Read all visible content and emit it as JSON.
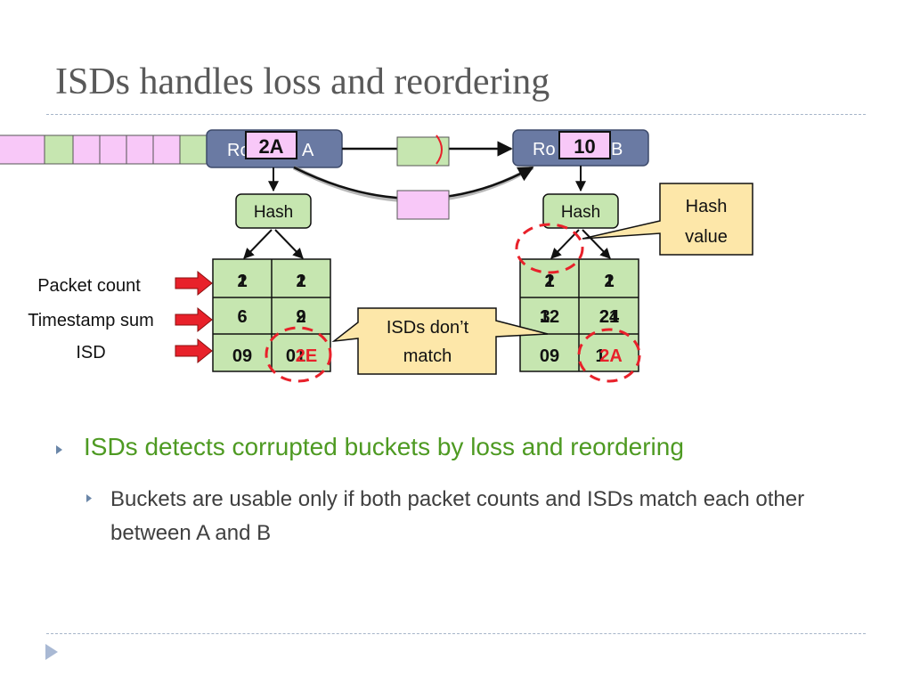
{
  "slide": {
    "title": "ISDs handles loss and reordering",
    "bullets": [
      {
        "text": "ISDs detects corrupted buckets by loss and reordering",
        "sub": [
          "Buckets are usable only if both packet counts and ISDs match each other between A and B"
        ]
      }
    ]
  },
  "diagram": {
    "router_a": {
      "label_left": "Ro",
      "label_right": "A",
      "overlay_value": "2A"
    },
    "router_b": {
      "label_left": "Ro",
      "label_right": "B",
      "overlay_value": "10"
    },
    "hash_label_a": "Hash",
    "hash_label_b": "Hash",
    "row_labels": [
      "Packet count",
      "Timestamp sum",
      "ISD"
    ],
    "callout_hash_value": [
      "Hash",
      "value"
    ],
    "callout_isd_mismatch": [
      "ISDs don’t",
      "match"
    ],
    "table_a": {
      "cells": [
        [
          "2",
          "2"
        ],
        [
          "6",
          "9"
        ],
        [
          "09",
          "2E"
        ]
      ],
      "overlay_cells": [
        [
          "1",
          "1"
        ],
        [
          "",
          "2"
        ],
        [
          "",
          "01"
        ]
      ]
    },
    "table_b": {
      "cells": [
        [
          "2",
          "2"
        ],
        [
          "12",
          "24"
        ],
        [
          "09",
          "2A"
        ]
      ],
      "overlay_cells": [
        [
          "1",
          "1"
        ],
        [
          "3",
          "21"
        ],
        [
          "",
          "1"
        ]
      ]
    },
    "colors": {
      "router_fill": "#6a7aa3",
      "hash_fill": "#c6e6b0",
      "table_fill": "#c6e6b0",
      "packet_pink": "#f8c8f8",
      "packet_green": "#c6e6b0",
      "callout_fill": "#fde7a9",
      "mismatch_red": "#e8212a"
    }
  }
}
